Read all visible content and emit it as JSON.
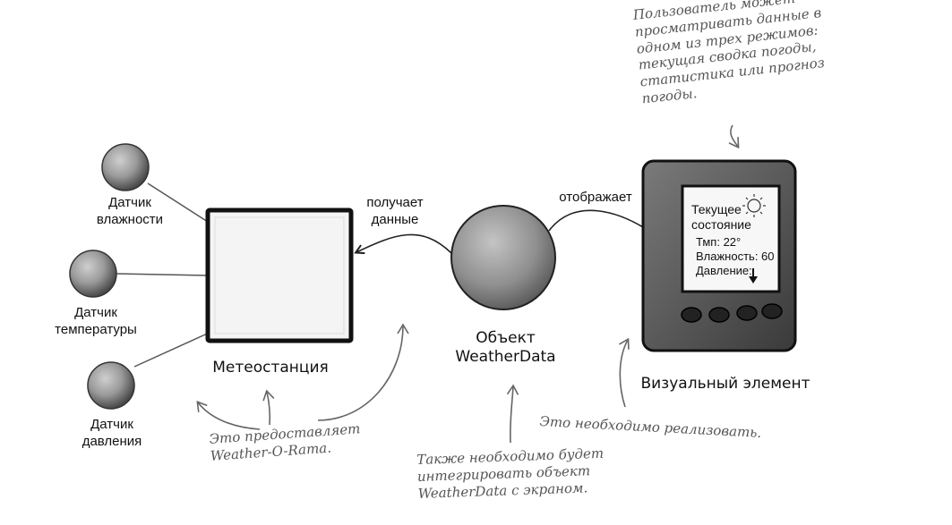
{
  "sensors": [
    {
      "label": "Датчик влажности"
    },
    {
      "label": "Датчик температуры"
    },
    {
      "label": "Датчик давления"
    }
  ],
  "station": {
    "label": "Метеостанция"
  },
  "weather_data": {
    "label": "Объект WeatherData"
  },
  "display": {
    "label": "Визуальный элемент",
    "screen": {
      "title": "Текущее состояние",
      "temp": "Тмп: 22°",
      "humidity": "Влажность: 60",
      "pressure": "Давление:"
    }
  },
  "edges": {
    "gets_data": "получает данные",
    "displays": "отображает"
  },
  "notes": {
    "user_modes": "Пользователь может просматривать данные в одном из трех режимов: текущая сводка погоды, статистика или прогноз погоды.",
    "provided_by": "Это предоставляет Weather-O-Rama.",
    "integrate": "Также необходимо будет интегрировать объект WeatherData с экраном.",
    "implement": "Это необходимо реализовать."
  },
  "colors": {
    "ink": "#111111",
    "note": "#555555",
    "sphere": "#8f8f8f",
    "box_fill": "#f4f4f4"
  }
}
